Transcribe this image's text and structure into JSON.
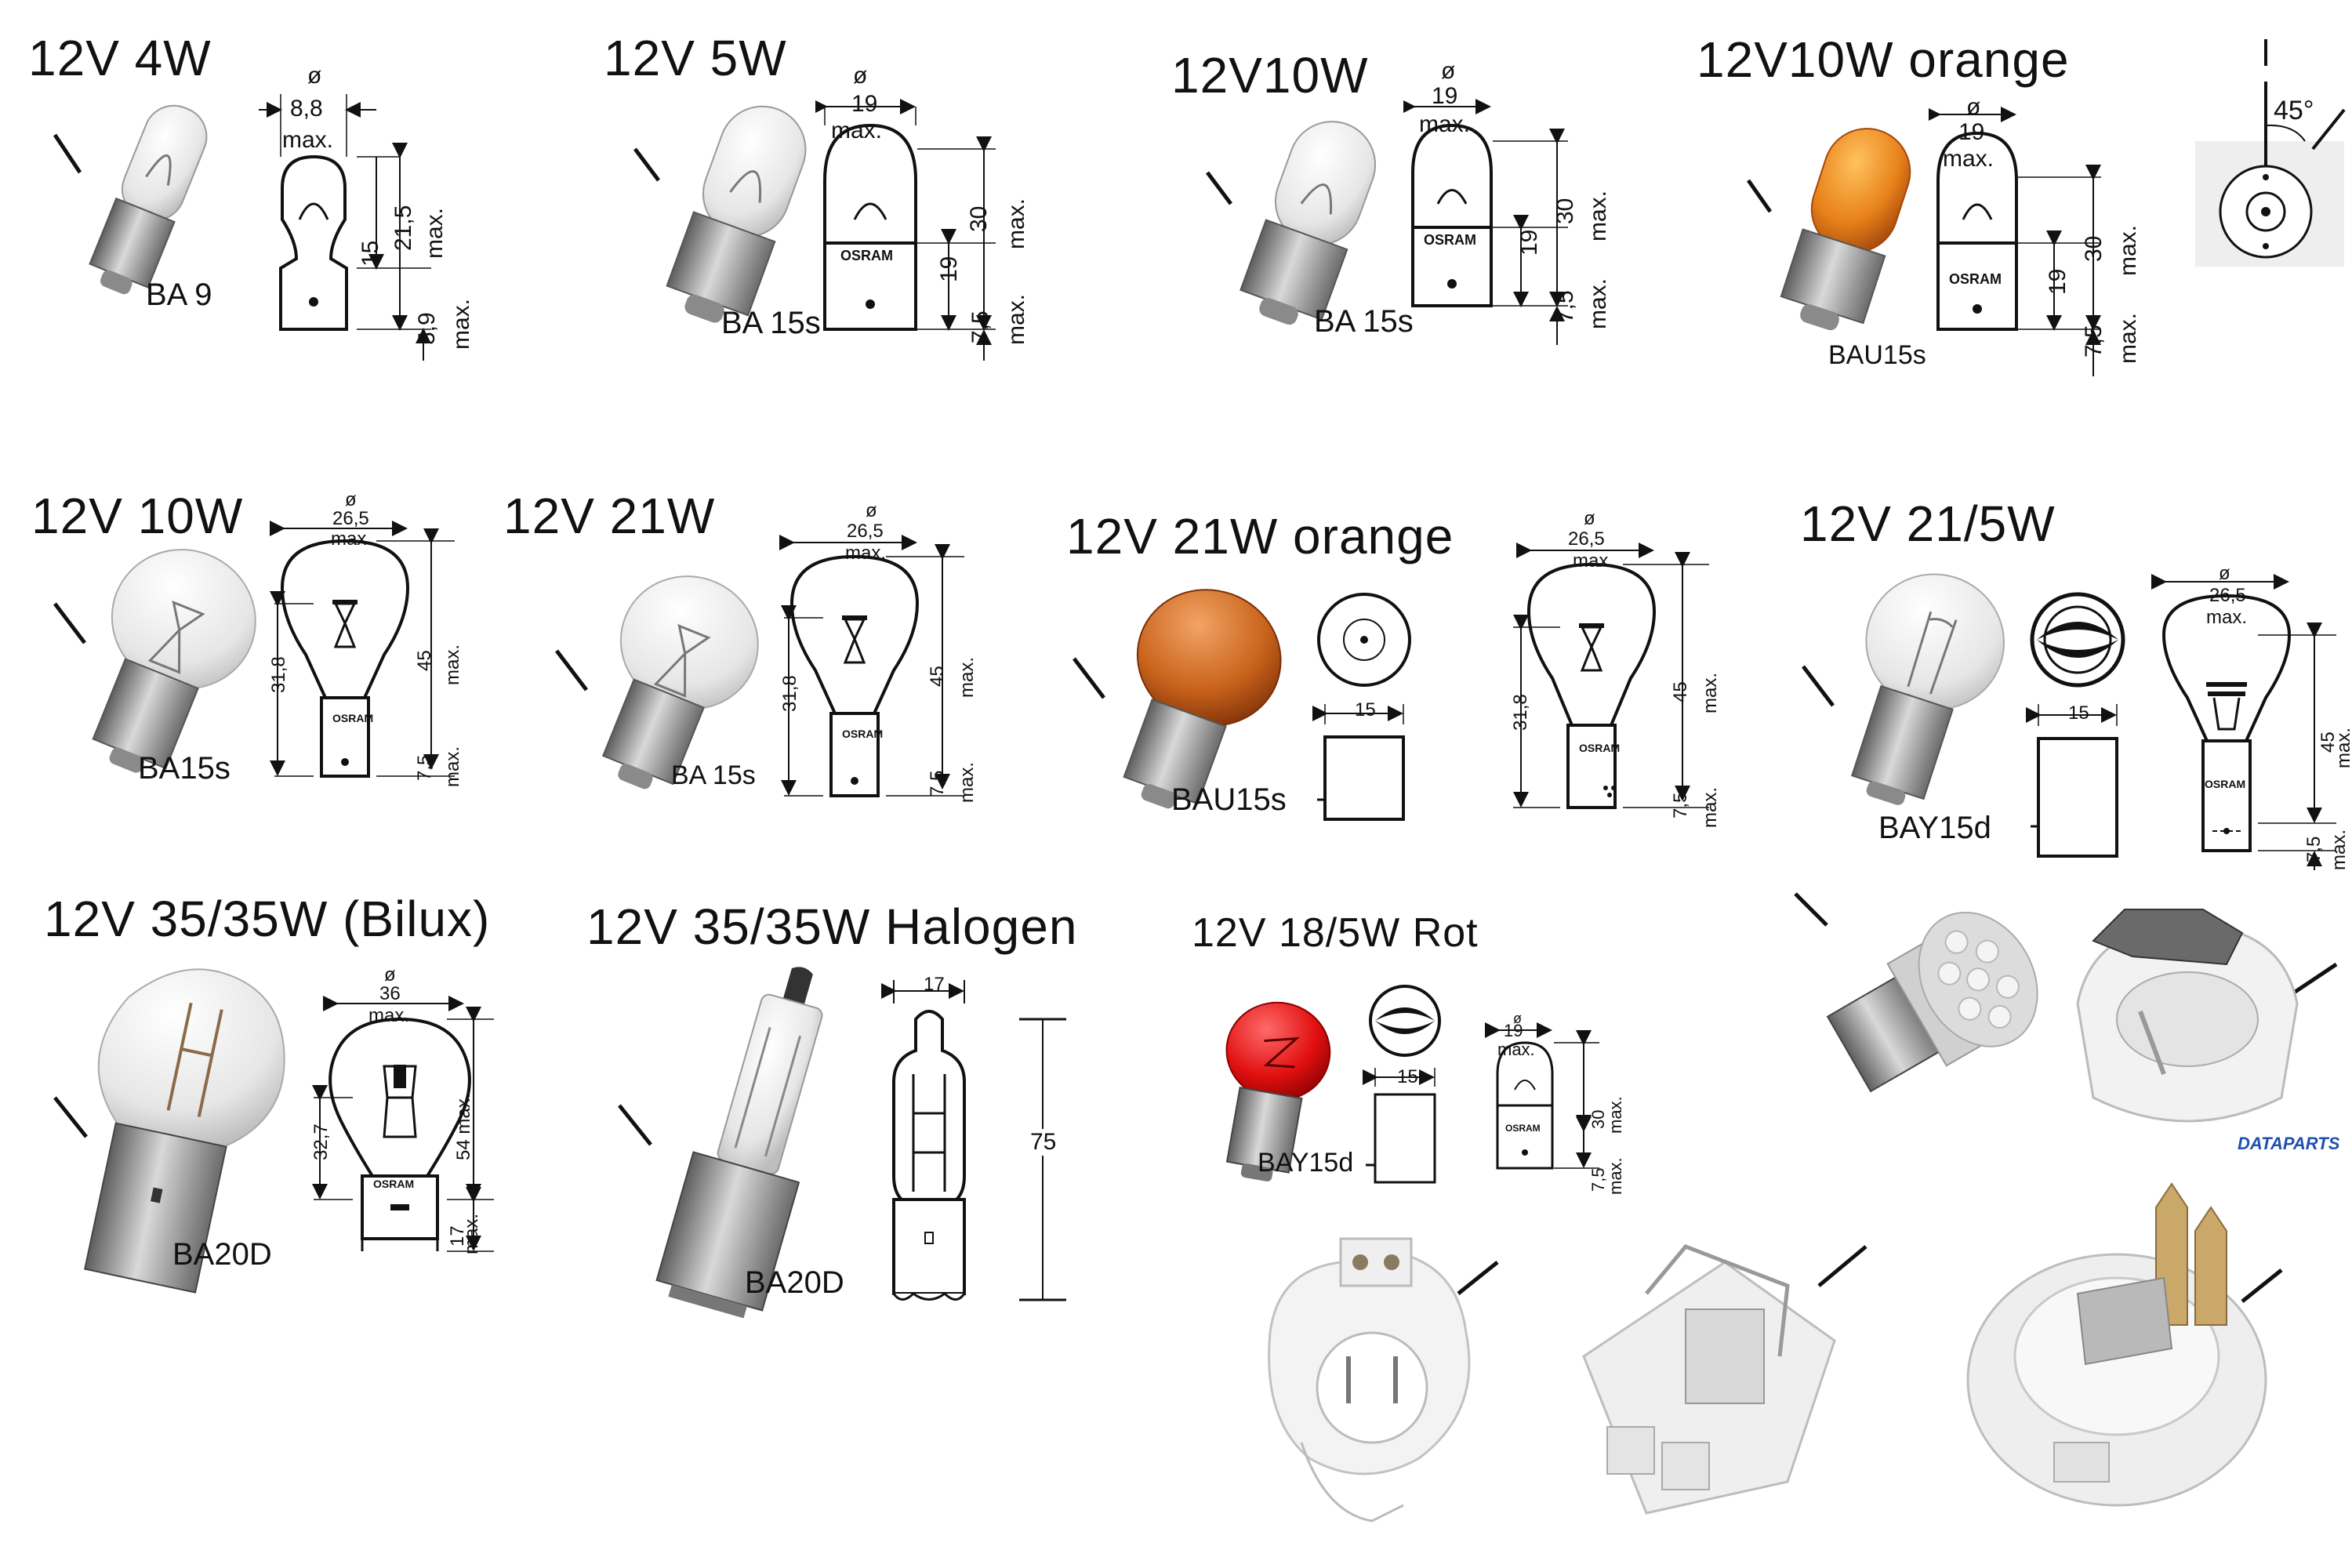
{
  "colors": {
    "ink": "#111111",
    "clear_glass": "#eeeeee",
    "metal": "#9a9a9a",
    "orange": "#e8821a",
    "red": "#e11010",
    "plastic": "#f4f4f4",
    "contacts": "#c9a86a",
    "led": "#d8d8d8"
  },
  "row1": [
    {
      "title": "12V 4W",
      "base": "BA 9",
      "dims": {
        "diameter": "ø",
        "width": "8,8",
        "width_max": "max.",
        "total": "21,5",
        "total_max": "max.",
        "inner": "15",
        "base_len": "5,9",
        "base_max": "max."
      }
    },
    {
      "title": "12V 5W",
      "base": "BA 15s",
      "brand": "OSRAM",
      "dims": {
        "diameter": "ø",
        "width": "19",
        "width_max": "max.",
        "inner": "19",
        "total": "30",
        "total_max": "max.",
        "base_len": "7,5",
        "base_max": "max."
      }
    },
    {
      "title": "12V10W",
      "base": "BA 15s",
      "brand": "OSRAM",
      "dims": {
        "diameter": "ø",
        "width": "19",
        "width_max": "max.",
        "inner": "19",
        "total": "30",
        "total_max": "max.",
        "base_len": "7,5",
        "base_max": "max."
      }
    },
    {
      "title": "12V10W orange",
      "base": "BAU15s",
      "brand": "OSRAM",
      "dims": {
        "diameter": "ø",
        "width": "19",
        "width_max": "max.",
        "inner": "19",
        "total": "30",
        "total_max": "max.",
        "base_len": "7,5",
        "base_max": "max."
      }
    }
  ],
  "angle_label": "45°",
  "row2": [
    {
      "title": "12V 10W",
      "base": "BA15s",
      "brand": "OSRAM",
      "dims": {
        "diameter": "ø",
        "width": "26,5",
        "width_max": "max.",
        "inner": "31,8",
        "total": "45",
        "total_max": "max.",
        "base_len": "7,5",
        "base_max": "max."
      }
    },
    {
      "title": "12V 21W",
      "base": "BA 15s",
      "brand": "OSRAM",
      "dims": {
        "diameter": "ø",
        "width": "26,5",
        "width_max": "max.",
        "inner": "31,8",
        "total": "45",
        "total_max": "max.",
        "base_len": "7,5",
        "base_max": "max."
      }
    },
    {
      "title": "12V 21W orange",
      "base": "BAU15s",
      "brand": "OSRAM",
      "pin_width": "15",
      "dims": {
        "diameter": "ø",
        "width": "26,5",
        "width_max": "max.",
        "inner": "31,8",
        "total": "45",
        "total_max": "max.",
        "base_len": "7,5",
        "base_max": "max."
      }
    },
    {
      "title": "12V 21/5W",
      "base": "BAY15d",
      "brand": "OSRAM",
      "pin_width": "15",
      "dims": {
        "diameter": "ø",
        "width": "26,5",
        "width_max": "max.",
        "total": "45",
        "total_max": "max.",
        "base_len": "7,5",
        "base_max": "max."
      }
    }
  ],
  "row3": [
    {
      "title": "12V 35/35W (Bilux)",
      "base": "BA20D",
      "brand": "OSRAM",
      "dims": {
        "diameter": "ø",
        "width": "36",
        "width_max": "max.",
        "inner": "32,7",
        "total": "54 max.",
        "base_len": "17",
        "base_max": "max."
      }
    },
    {
      "title": "12V 35/35W Halogen",
      "base": "BA20D",
      "dims": {
        "width": "17",
        "total": "75"
      }
    },
    {
      "title": "12V 18/5W   Rot",
      "base": "BAY15d",
      "brand": "OSRAM",
      "pin_width": "15",
      "dims": {
        "diameter": "ø",
        "width": "19",
        "width_max": "max.",
        "total": "30",
        "total_max": "max.",
        "base_len": "7,5",
        "base_max": "max."
      }
    }
  ],
  "watermark": "DATAPARTS"
}
